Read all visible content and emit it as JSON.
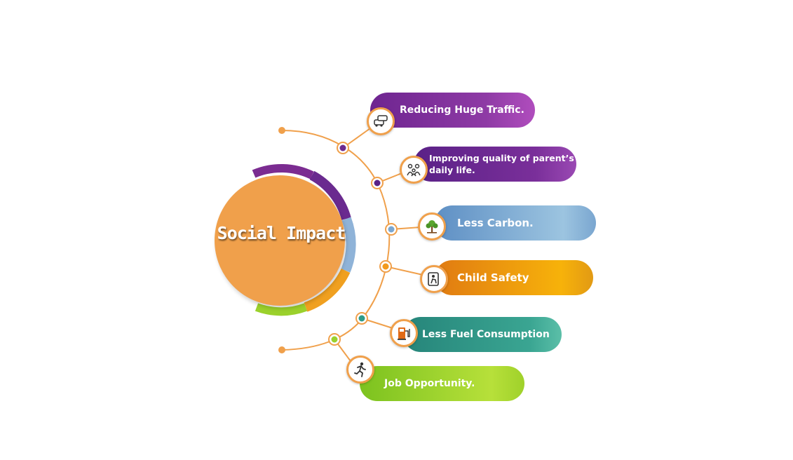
{
  "center": {
    "title": "Social Impact"
  },
  "items": [
    {
      "label": "Reducing Huge Traffic.",
      "icon": "traffic-cars-icon"
    },
    {
      "label": "Improving quality of parent’s daily life.",
      "line1": "Improving quality of parent’s",
      "line2": "daily life.",
      "icon": "family-icon"
    },
    {
      "label": "Less Carbon.",
      "icon": "tree-icon"
    },
    {
      "label": "Child Safety",
      "icon": "child-seat-icon"
    },
    {
      "label": "Less Fuel Consumption",
      "icon": "fuel-pump-icon"
    },
    {
      "label": "Job Opportunity.",
      "icon": "running-person-icon"
    }
  ],
  "colors": {
    "center": "#f0a04b",
    "connector": "#f0a04b",
    "purple": "#7b2c91",
    "violet": "#6a2a8f",
    "blue": "#7ba7d1",
    "orange": "#f29a1d",
    "teal": "#2f9b88",
    "green": "#9bd12c"
  }
}
